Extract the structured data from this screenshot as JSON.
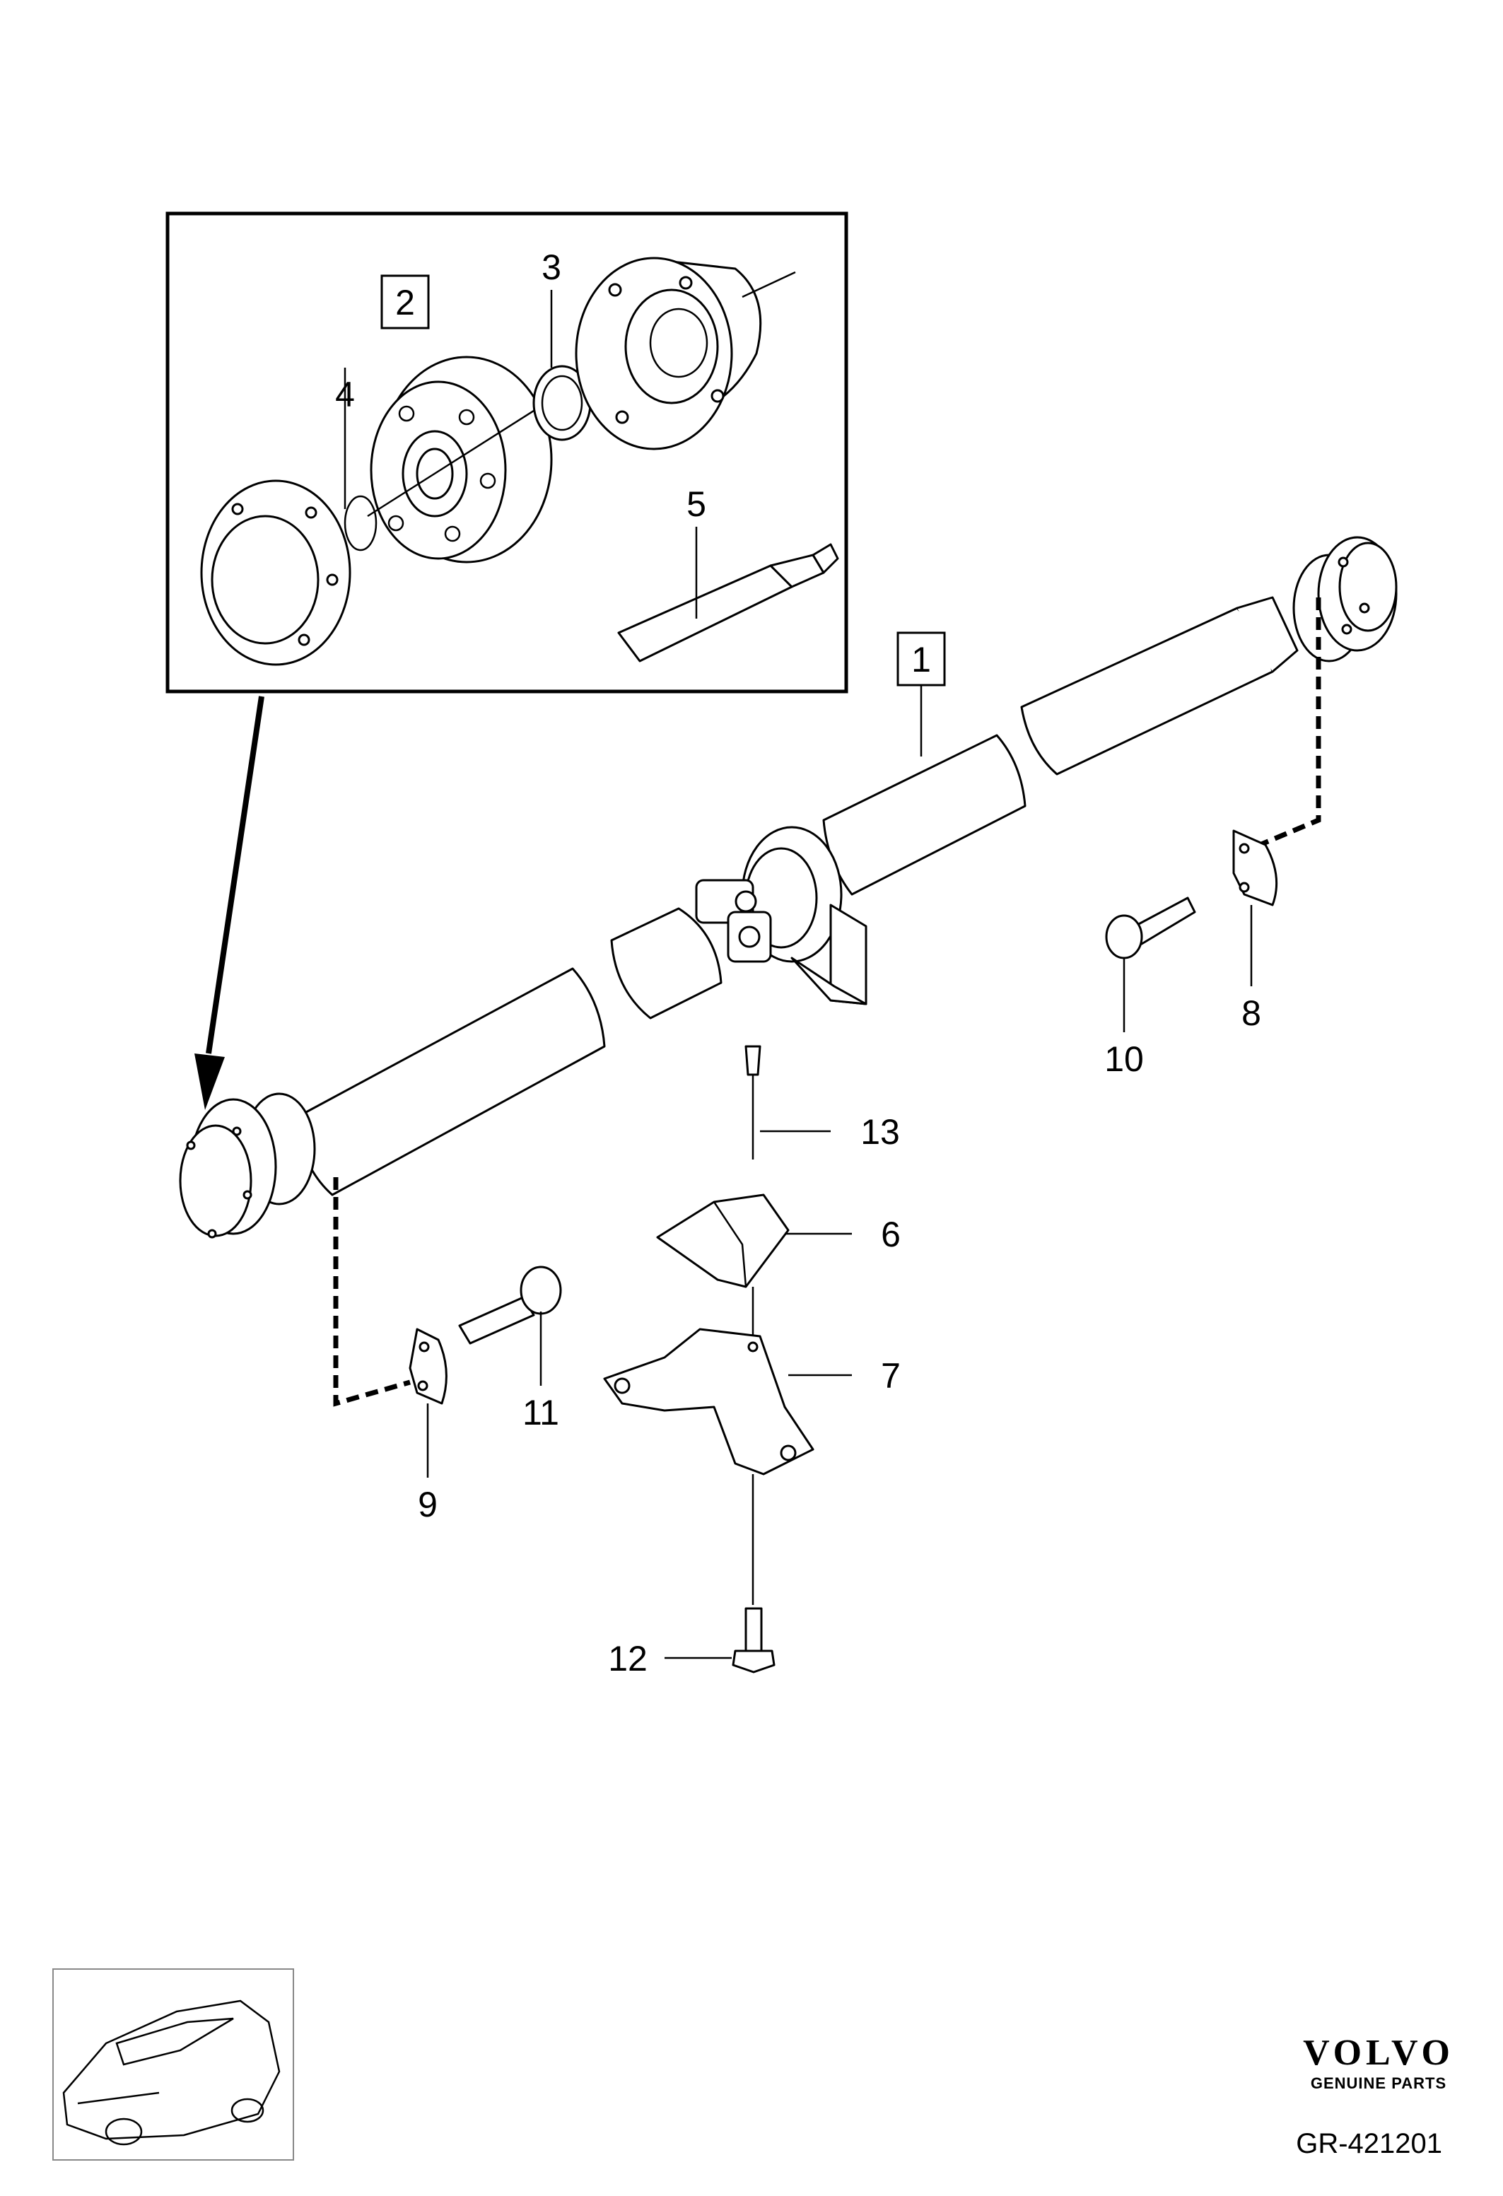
{
  "callouts": {
    "c1": "1",
    "c2": "2",
    "c3": "3",
    "c4": "4",
    "c5": "5",
    "c6": "6",
    "c7": "7",
    "c8": "8",
    "c9": "9",
    "c10": "10",
    "c11": "11",
    "c12": "12",
    "c13": "13"
  },
  "brand": {
    "logo": "VOLVO",
    "tagline": "GENUINE PARTS"
  },
  "diagram_code": "GR-421201"
}
